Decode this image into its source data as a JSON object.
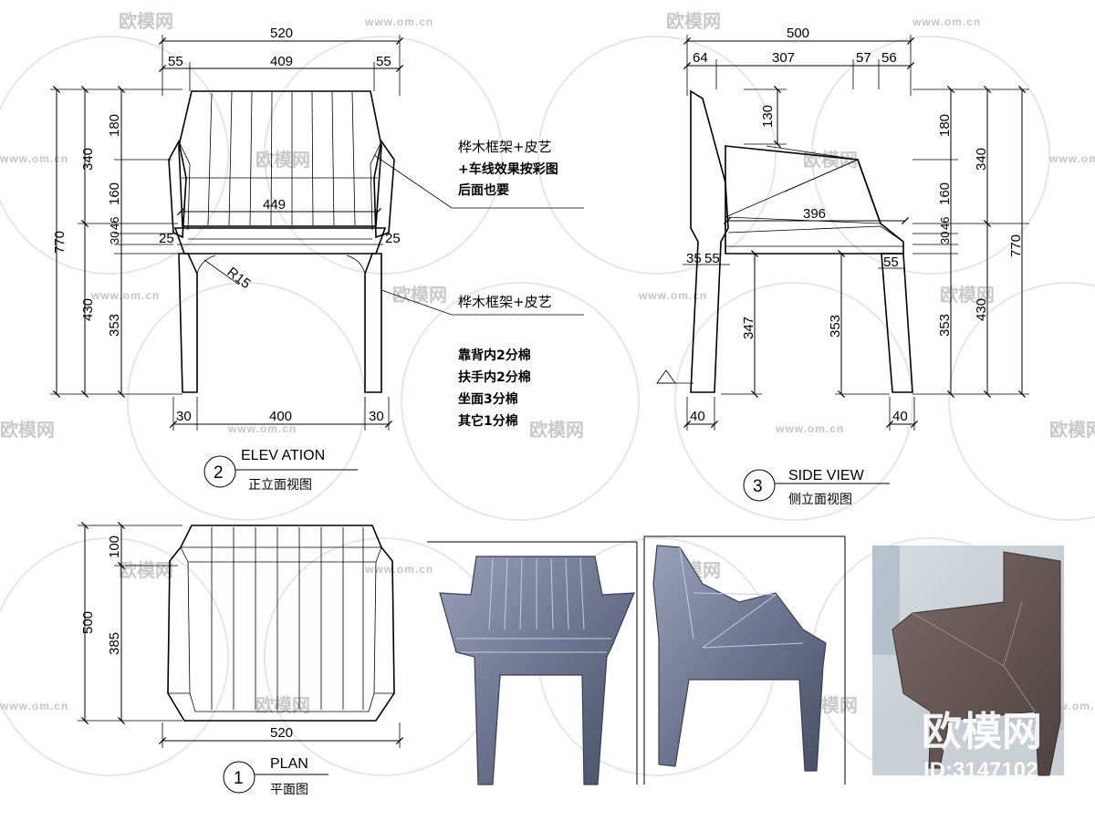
{
  "elevation": {
    "number": "2",
    "title": "ELEV ATION",
    "subtitle": "正立面视图",
    "dims": {
      "overall_width": "520",
      "inner_width": "409",
      "left_offset": "55",
      "right_offset": "55",
      "total_height": "770",
      "upper_height": "340",
      "back_top": "180",
      "back_mid": "160",
      "thin_a": "30",
      "thin_b": "46",
      "lower_height": "430",
      "leg_height": "353",
      "seat_width": "449",
      "left_inset": "25",
      "right_inset": "25",
      "radius": "R15",
      "leg_left": "30",
      "leg_span": "400",
      "leg_right": "30"
    },
    "note_back": [
      "桦木框架+皮艺",
      "+车线效果按彩图",
      "后面也要"
    ],
    "note_seat": "桦木框架+皮艺",
    "note_foam": [
      "靠背内2分棉",
      "扶手内2分棉",
      "坐面3分棉",
      "其它1分棉"
    ]
  },
  "side": {
    "number": "3",
    "title": "SIDE VIEW",
    "subtitle": "侧立面视图",
    "dims": {
      "overall_depth": "500",
      "d1": "64",
      "d2": "307",
      "d3": "57",
      "d4": "56",
      "back_drop": "130",
      "seat_depth": "396",
      "front_left": "35",
      "front_left2": "55",
      "rear_right": "55",
      "front_leg": "347",
      "rear_leg": "353",
      "total_height": "770",
      "upper_height": "340",
      "back_top": "180",
      "back_mid": "160",
      "thin_a": "30",
      "thin_b": "46",
      "lower_height": "430",
      "leg_height": "353",
      "leg_left": "40",
      "leg_right": "40"
    }
  },
  "plan": {
    "number": "1",
    "title": "PLAN",
    "subtitle": "平面图",
    "dims": {
      "depth_total": "500",
      "back_depth": "100",
      "seat_depth": "385",
      "width": "520"
    }
  },
  "watermark": {
    "logo": "欧模网",
    "url": "www.om.cn",
    "corner_logo": "欧模网",
    "id": "ID:3147102"
  }
}
